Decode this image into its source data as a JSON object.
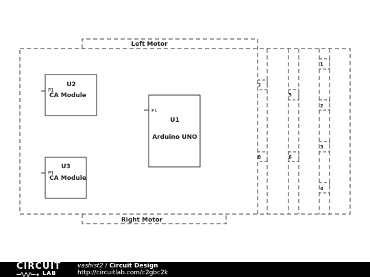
{
  "schematic": {
    "labels": {
      "left_motor": "Left Motor",
      "right_motor": "Right Motor"
    },
    "components": [
      {
        "ref": "U2",
        "value": "CA Module",
        "pin": "P1"
      },
      {
        "ref": "U3",
        "value": "CA Module",
        "pin": "P1"
      },
      {
        "ref": "U1",
        "value": "Arduino UNO",
        "pin": "P1"
      }
    ],
    "connector_pins": [
      "7",
      "8",
      "5",
      "6",
      "1",
      "2",
      "3",
      "4"
    ]
  },
  "footer": {
    "logo_top": "CIRCUIT",
    "logo_bottom": "LAB",
    "author": "vashist2",
    "separator": " / ",
    "title": "Circuit Design",
    "url": "http://circuitlab.com/c2gbc2k"
  }
}
